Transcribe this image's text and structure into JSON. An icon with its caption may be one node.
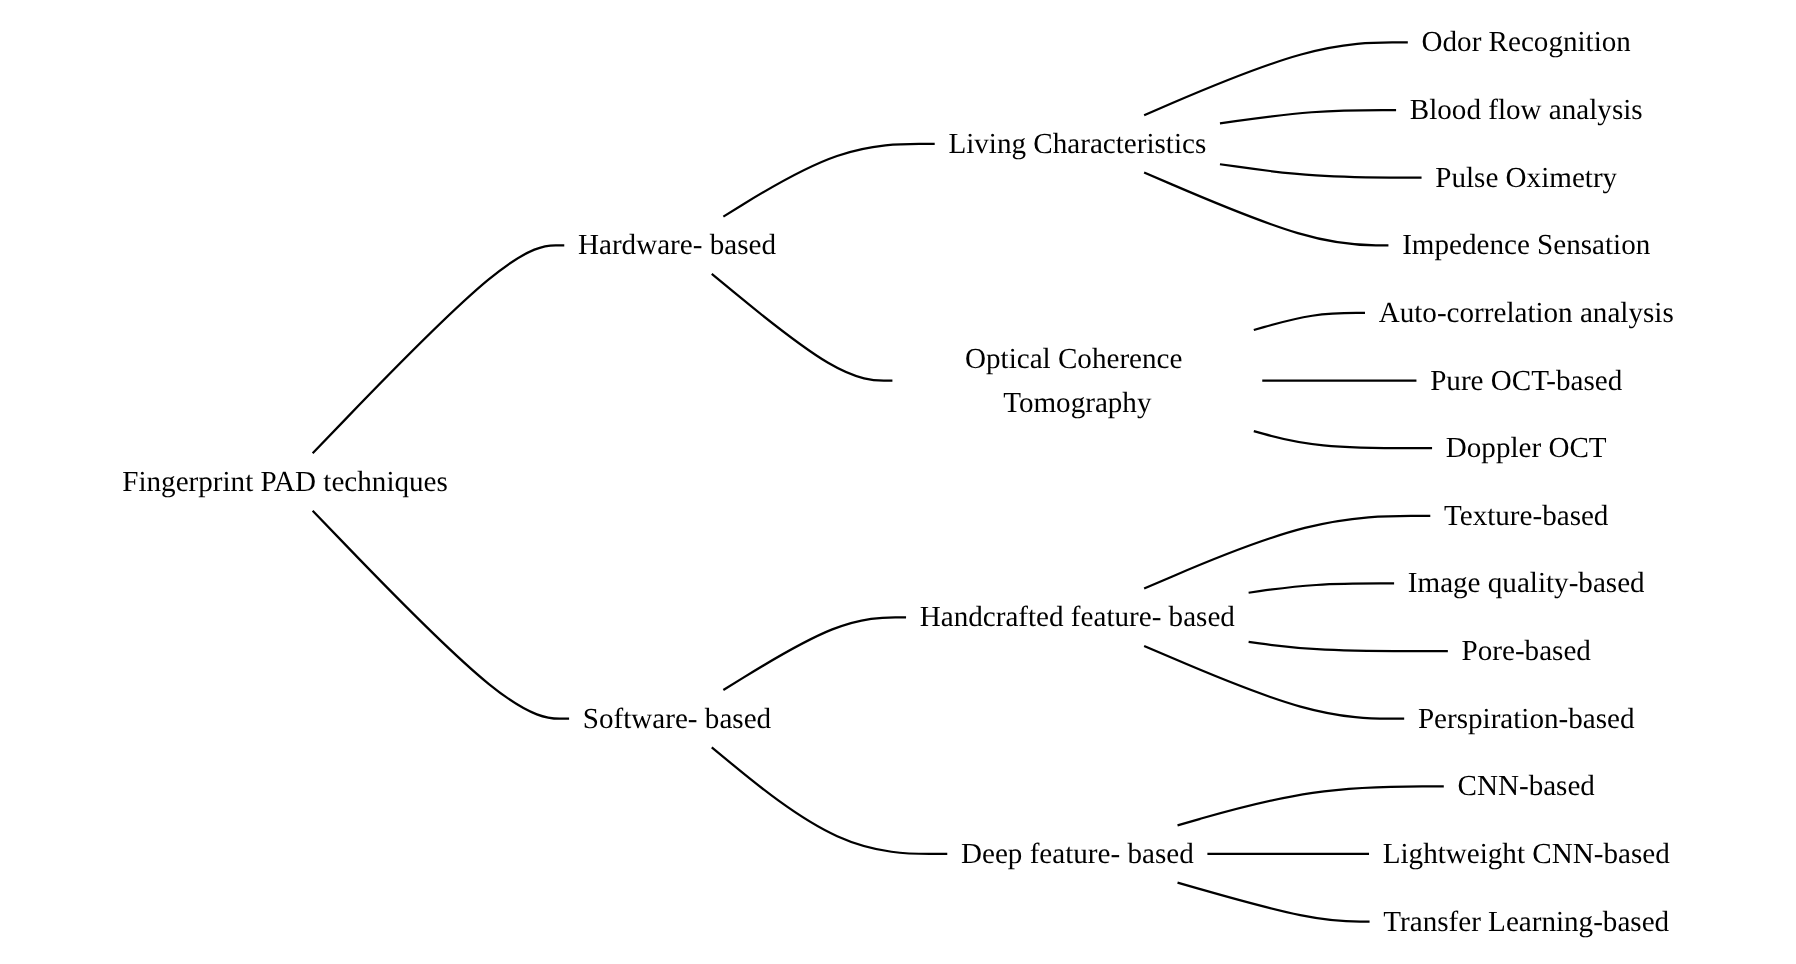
{
  "diagram": {
    "nodes": [
      {
        "text": [
          "Fingerprint PAD techniques"
        ]
      },
      {
        "text": [
          "Hardware- based"
        ]
      },
      {
        "text": [
          "Living Characteristics"
        ]
      },
      {
        "text": [
          "Odor Recognition"
        ]
      },
      {
        "text": [
          "Blood flow analysis"
        ]
      },
      {
        "text": [
          "Pulse Oximetry"
        ]
      },
      {
        "text": [
          "Impedence Sensation"
        ]
      },
      {
        "text": [
          "Optical Coherence Tomography"
        ]
      },
      {
        "text": [
          "Auto-correlation analysis"
        ]
      },
      {
        "text": [
          "Pure OCT-based"
        ]
      },
      {
        "text": [
          "Doppler OCT"
        ]
      },
      {
        "text": [
          "Software- based"
        ]
      },
      {
        "text": [
          "Handcrafted feature- based"
        ]
      },
      {
        "text": [
          "Texture-based"
        ]
      },
      {
        "text": [
          "Image quality-based"
        ]
      },
      {
        "text": [
          "Pore-based"
        ]
      },
      {
        "text": [
          "Perspiration-based"
        ]
      },
      {
        "text": [
          "Deep feature- based"
        ]
      },
      {
        "text": [
          "CNN-based"
        ]
      },
      {
        "text": [
          "Lightweight CNN-based"
        ]
      },
      {
        "text": [
          "Transfer Learning-based"
        ]
      }
    ],
    "edges": [
      {
        "from": 0,
        "to": 1,
        "arrow": "none"
      },
      {
        "from": 0,
        "to": 11,
        "arrow": "none"
      },
      {
        "from": 1,
        "to": 2,
        "arrow": "none"
      },
      {
        "from": 1,
        "to": 7,
        "arrow": "none"
      },
      {
        "from": 2,
        "to": 3,
        "arrow": "none"
      },
      {
        "from": 2,
        "to": 4,
        "arrow": "none"
      },
      {
        "from": 2,
        "to": 5,
        "arrow": "none"
      },
      {
        "from": 2,
        "to": 6,
        "arrow": "none"
      },
      {
        "from": 7,
        "to": 8,
        "arrow": "none"
      },
      {
        "from": 7,
        "to": 9,
        "arrow": "none"
      },
      {
        "from": 7,
        "to": 10,
        "arrow": "none"
      },
      {
        "from": 11,
        "to": 12,
        "arrow": "none"
      },
      {
        "from": 11,
        "to": 17,
        "arrow": "none"
      },
      {
        "from": 12,
        "to": 13,
        "arrow": "none"
      },
      {
        "from": 12,
        "to": 14,
        "arrow": "none"
      },
      {
        "from": 12,
        "to": 15,
        "arrow": "none"
      },
      {
        "from": 12,
        "to": 16,
        "arrow": "none"
      },
      {
        "from": 17,
        "to": 18,
        "arrow": "none"
      },
      {
        "from": 17,
        "to": 19,
        "arrow": "none"
      },
      {
        "from": 17,
        "to": 20,
        "arrow": "none"
      }
    ]
  }
}
